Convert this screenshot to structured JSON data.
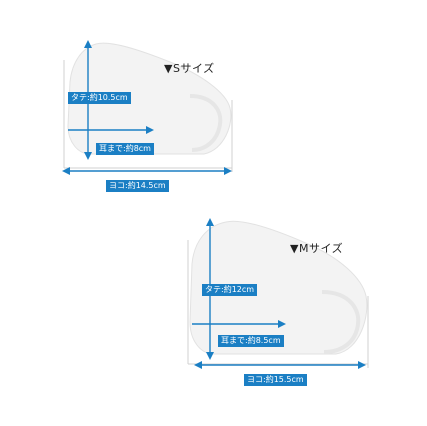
{
  "sizes": [
    {
      "title": "▼Sサイズ",
      "height_label": "タテ:約10.5cm",
      "ear_label": "耳まで:約8cm",
      "width_label": "ヨコ:約14.5cm"
    },
    {
      "title": "▼Mサイズ",
      "height_label": "タテ:約12cm",
      "ear_label": "耳まで:約8.5cm",
      "width_label": "ヨコ:約15.5cm"
    }
  ],
  "colors": {
    "accent": "#1b7fc4",
    "mask": "#f3f3f3",
    "mask_edge": "#dcdcdc",
    "dim_line": "#c8c8c8"
  }
}
